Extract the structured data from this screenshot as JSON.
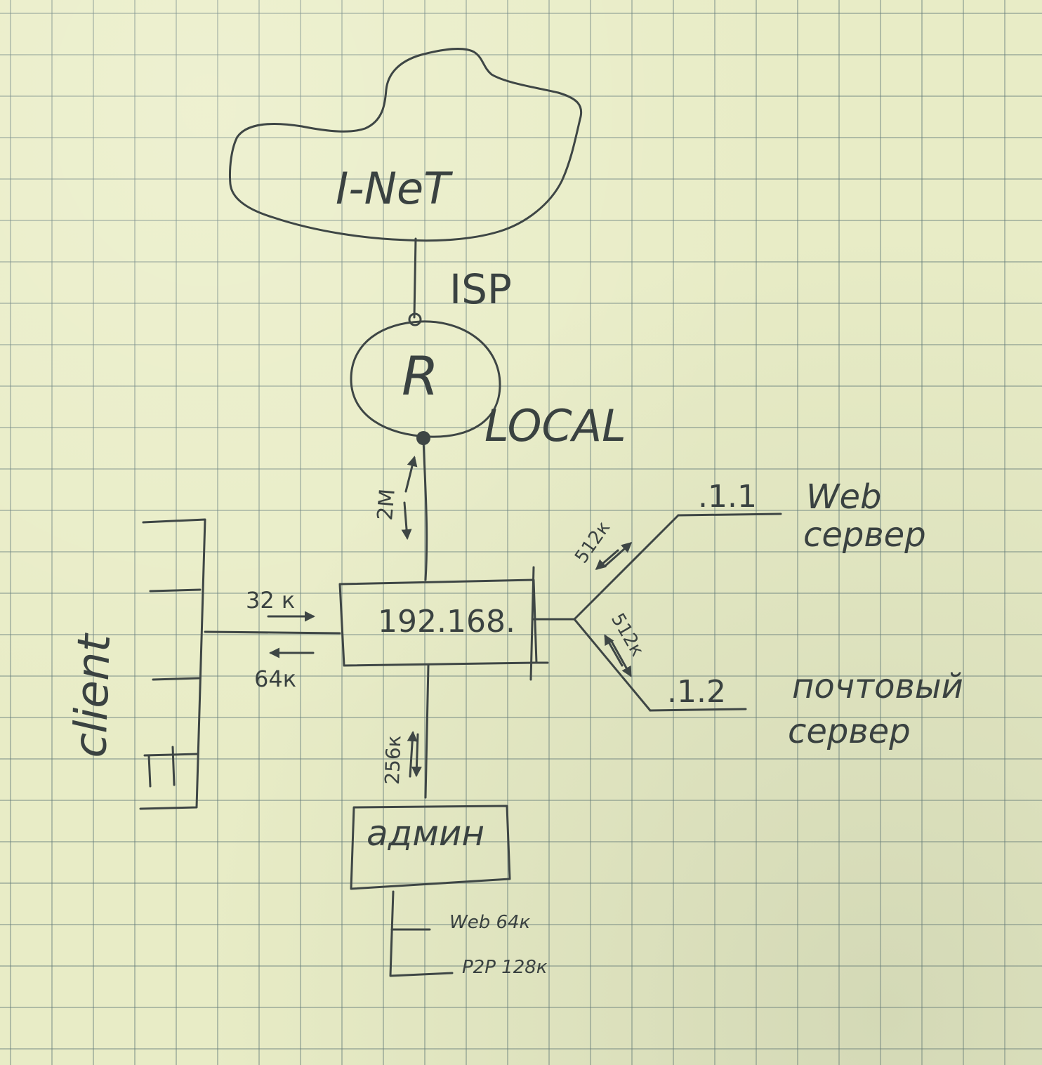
{
  "labels": {
    "cloud": "I-NeT",
    "isp": "ISP",
    "router": "R",
    "local": "LOCAL",
    "router_link_speed": "2M",
    "hub": "192.168.",
    "client_in": "32 к",
    "client_out": "64к",
    "client": "client",
    "web_server_speed": "512к",
    "mail_server_speed": "512к",
    "web_server_ip": ".1.1",
    "web_server_line1": "Web",
    "web_server_line2": "сервер",
    "mail_server_ip": ".1.2",
    "mail_server_line1": "почтовый",
    "mail_server_line2": "сервер",
    "admin_speed": "256к",
    "admin": "админ",
    "admin_web": "Web 64к",
    "admin_p2p": "P2P 128к"
  },
  "colors": {
    "paper": "#e8ecc6",
    "grid": "#5f7878",
    "ink": "#3e4645"
  }
}
